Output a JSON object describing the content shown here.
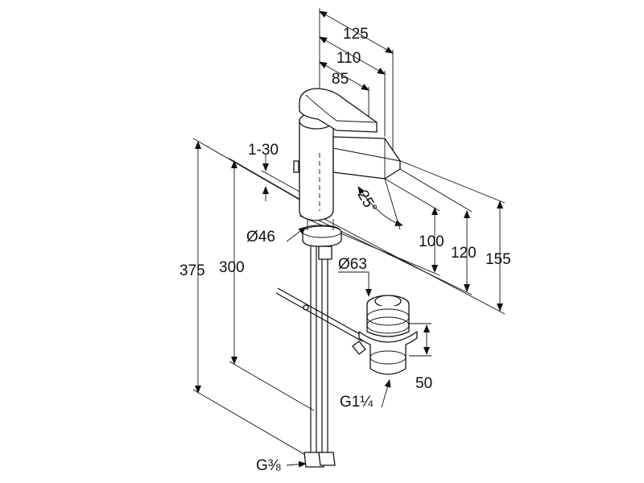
{
  "dimensions": {
    "d125": "125",
    "d110": "110",
    "d85": "85",
    "d1_30": "1-30",
    "d25": "25°",
    "d100": "100",
    "d120": "120",
    "d155": "155",
    "d375": "375",
    "d300": "300",
    "d46": "Ø46",
    "d63": "Ø63",
    "d50": "50",
    "g114": "G1¼",
    "g38": "G⅜"
  },
  "colors": {
    "line": "#111111",
    "background": "#ffffff"
  }
}
